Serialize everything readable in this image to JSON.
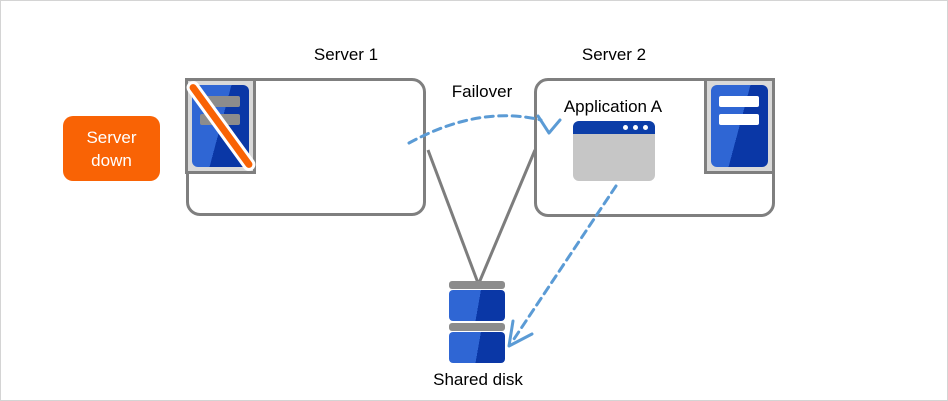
{
  "diagram": {
    "server1": {
      "label": "Server 1",
      "icon": "server-down-icon",
      "status": "down"
    },
    "server2": {
      "label": "Server 2",
      "icon": "server-up-icon",
      "status": "running"
    },
    "failover_arrow": {
      "label": "Failover"
    },
    "application": {
      "label": "Application A",
      "icon": "app-window-icon"
    },
    "server_down_badge": {
      "label": "Server down"
    },
    "shared_disk": {
      "label": "Shared disk",
      "icon": "disk-stack-icon"
    }
  },
  "colors": {
    "accent-orange": "#f96305",
    "arrow-blue": "#5b9bd5",
    "line-gray": "#7d7d7d",
    "box-border": "#7f7f7f",
    "icon-frame-bg": "#d9d9d9",
    "server-blue-light": "#2f66d4",
    "server-blue-dark": "#0a37a6",
    "titlebar-navy": "#0c3ea8",
    "bar-gray": "#8c8c8c",
    "app-gray": "#c6c6c6",
    "disk-cap-gray": "#8c8c8c",
    "page-border": "#d4d4d4",
    "text-black": "#000000"
  }
}
